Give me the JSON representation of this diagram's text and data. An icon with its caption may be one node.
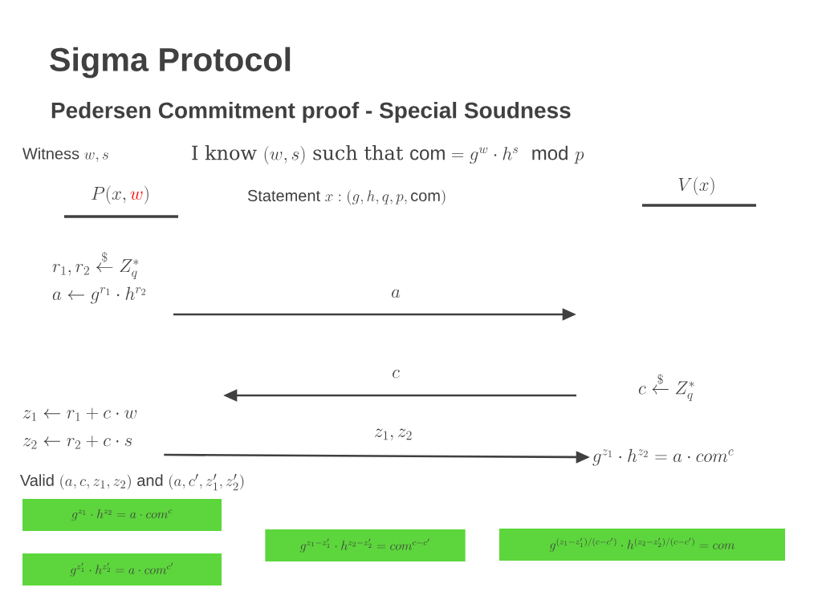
{
  "diagram": {
    "title": "Sigma Protocol",
    "nodes": [
      {
        "text": [
          "r_1, r_2 \\stackrel{\\$}{\\leftarrow} Z_q^{*}",
          "a \\leftarrow g^{r_1} \\cdot h^{r_2}"
        ]
      },
      {
        "text": [
          "c \\stackrel{\\$}{\\leftarrow} Z_q^{*}"
        ]
      },
      {
        "text": [
          "z_1 \\leftarrow r_1 + c \\cdot w",
          "z_2 \\leftarrow r_2 + c \\cdot s"
        ]
      },
      {
        "text": [
          "g^{z_1} \\cdot h^{z_2} = a \\cdot com^{c}"
        ]
      },
      {
        "text": [
          "g^{z_1} \\cdot h^{z_2} = a \\cdot com^{c}"
        ]
      },
      {
        "text": [
          "g^{z_1'} \\cdot h^{z_2'} = a \\cdot com^{c'}"
        ]
      },
      {
        "text": [
          "g^{z_1-z_1'} \\cdot h^{z_2-z_2'} = com^{c-c'}"
        ]
      },
      {
        "text": [
          "g^{(z_1-z_1')/(c-c')} \\cdot h^{(z_2-z_2')/(c-c')} = com"
        ]
      }
    ],
    "edges": [
      {
        "from": 0,
        "to": null,
        "arrow": "to",
        "label": "a"
      },
      {
        "from": 1,
        "to": null,
        "arrow": "to",
        "label": "c"
      },
      {
        "from": 2,
        "to": 3,
        "arrow": "to",
        "label": "z_1, z_2"
      }
    ],
    "labels": [
      "Pedersen Commitment proof - Special Soudness",
      "\\text{Witness } w, s",
      "\\text{I know } (w, s) \\text{ such that } \\mathrm{com} = g^{w} \\cdot h^{s} \\mod p",
      "P(x, \\textcolor{red}{w})",
      "\\text{Statement } x : (g, h, q, p, \\mathrm{com})",
      "V(x)",
      "\\text{Valid } (a, c, z_1, z_2) \\text{ and } (a, c', z_1', z_2')"
    ]
  }
}
